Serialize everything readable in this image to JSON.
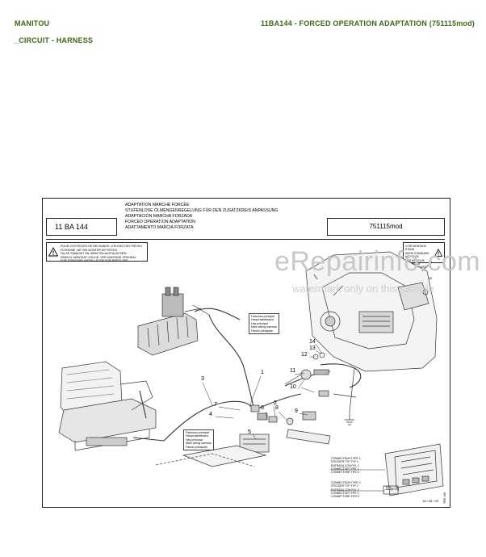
{
  "header": {
    "brand": "MANITOU",
    "section": "_CIRCUIT - HARNESS",
    "title": "11BA144 - FORCED OPERATION ADAPTATION (751115mod)"
  },
  "sheet": {
    "code": "11 BA 144",
    "titles": [
      "ADAPTATION  MARCHE FORCÉE",
      "STUFENLOSE ÖLMENGENREGELUNG FÜR DEN ZUSATZKREIS ANPASSUNG",
      "ADAPTACIÓN MARCHA FORZADA",
      "FORCED OPERATION ADAPTATION",
      "ADATTAMENTO MARCIA FORZATA"
    ],
    "reference": "751115mod",
    "warning_lines": [
      "POUR VOS PIÈCES DE RECHANGE, UTILISEZ DES PIÈCES",
      "D'ORIGINE. NE PAS MONTER DE PIÈCES",
      "FALSE SAWA MIT AN, BEIM TEILAUSTAUSCHEN",
      "PARA EL MONTAJE UTILICE, VER MONTAGE ORIGINAL",
      "FOR STANDARD INSTALLATION FOR PARTS SEE",
      "PART 11"
    ],
    "note_lines": [
      "VOIR MONTAGE STAND.",
      "SIEHE STANDARD MONTAGE",
      "VER MONTAJE ESTÁNDAR",
      "SEE STANDARD MOUNTING",
      "VEDERE MONTAGGIO STAND."
    ],
    "main_harness_label": [
      "Faisceau principal",
      "Haupt kabelbaum",
      "Haz principal",
      "Main wiring harness",
      "Fascio principale"
    ],
    "branch_harness_label": [
      "Faisceau principal",
      "Haupt kabelbaum",
      "Haz principal",
      "Main wiring harness",
      "Fascio principale"
    ],
    "callouts": [
      "1",
      "2",
      "3",
      "4",
      "5",
      "6",
      "7",
      "8",
      "9",
      "10",
      "11",
      "12",
      "13",
      "14",
      "15"
    ],
    "inset_note_1": [
      "CONNECTEUR TYPE 1",
      "STECKER TYP TYP 1",
      "ENTRADA CON FIG. 1",
      "CONNECTOR TYPE 1",
      "CONNETTORE TIPO 1"
    ],
    "inset_note_2": [
      "CONNECTEUR TYPE 2",
      "STECKER TYP TYP 2",
      "ENTRADA CON FIG. 2",
      "CONNECTOR TYPE 2",
      "CONNETTORE TIPO 2"
    ],
    "page_code": "TRR 168",
    "date": "16 / 06 / 09",
    "callout_15_suffix": "(F10)"
  },
  "watermark": {
    "main": "eRepairinfo.com",
    "sub": "watermark only on this sample"
  }
}
